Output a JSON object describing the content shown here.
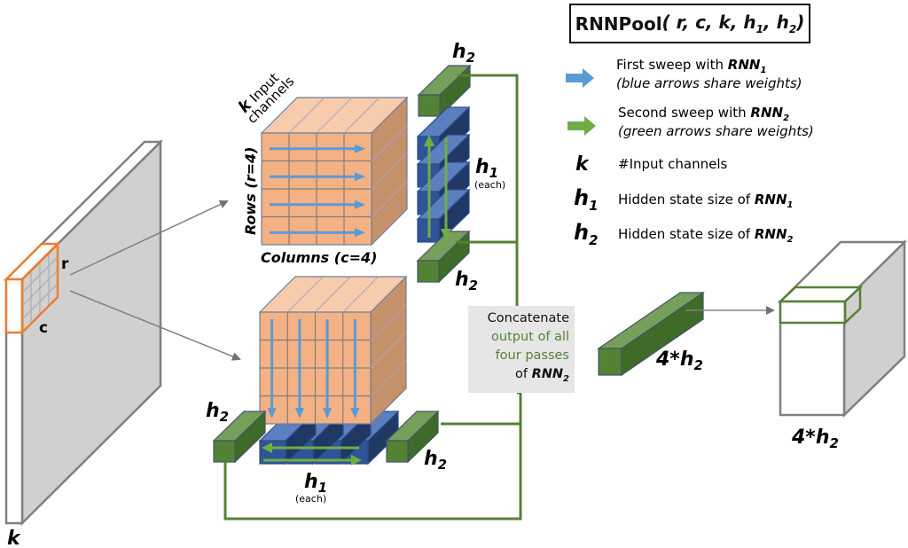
{
  "title": {
    "name": "RNNPool",
    "args": "( r, c, k, h",
    "args_sub1": "1",
    "args_mid": ", h",
    "args_sub2": "2",
    "args_end": ")"
  },
  "legend": {
    "items": [
      {
        "icon": "blue-arrow-icon",
        "line1": "First sweep with ",
        "line1_bold": "RNN",
        "line1_sub": "1",
        "line2": "(blue arrows share weights)",
        "color": "#5b9bd5"
      },
      {
        "icon": "green-arrow-icon",
        "line1": "Second sweep with ",
        "line1_bold": "RNN",
        "line1_sub": "2",
        "line2": "(green arrows share weights)",
        "color": "#70ad47"
      }
    ],
    "symbols": [
      {
        "symbol": "k",
        "sub": "",
        "text": "#Input channels",
        "bold_part": "",
        "bold_sub": ""
      },
      {
        "symbol": "h",
        "sub": "1",
        "text": "Hidden state size of ",
        "bold_part": "RNN",
        "bold_sub": "1"
      },
      {
        "symbol": "h",
        "sub": "2",
        "text": "Hidden state size of ",
        "bold_part": "RNN",
        "bold_sub": "2"
      }
    ]
  },
  "input_volume": {
    "r_label": "r",
    "c_label": "c",
    "k_label": "k"
  },
  "row_pass": {
    "channels_k": "k",
    "channels_text1": " Input",
    "channels_text2": "channels",
    "rows_label": "Rows (r=4)",
    "columns_label": "Columns (c=4)",
    "h1_label": "h",
    "h1_sub": "1",
    "each_label": "(each)",
    "h2_top": "h",
    "h2_top_sub": "2",
    "h2_bottom": "h",
    "h2_bottom_sub": "2"
  },
  "column_pass": {
    "h1_label": "h",
    "h1_sub": "1",
    "each_label": "(each)",
    "h2_left": "h",
    "h2_left_sub": "2",
    "h2_right": "h",
    "h2_right_sub": "2"
  },
  "concat": {
    "line1": "Concatenate",
    "line2": "output of all",
    "line3": "four passes",
    "line4_prefix": "of ",
    "line4_bold": "RNN",
    "line4_sub": "2"
  },
  "output": {
    "vector_label": "4*h",
    "vector_sub": "2",
    "volume_label": "4*h",
    "volume_sub": "2"
  },
  "grid": {
    "rows": 4,
    "cols": 4
  },
  "colors": {
    "orange_face": "#f4b183",
    "orange_top": "#f8cbad",
    "orange_side": "#c5916a",
    "blue_face": "#2f5597",
    "blue_top": "#5b7fbf",
    "green_face": "#548235",
    "green_top": "#76a05a",
    "green_side": "#3f6b28",
    "sweep_blue": "#5b9bd5",
    "sweep_green": "#70ad47",
    "orange_outline": "#ed7d31",
    "gray_panel": "#d0d0d0",
    "gray_line": "#808080"
  }
}
